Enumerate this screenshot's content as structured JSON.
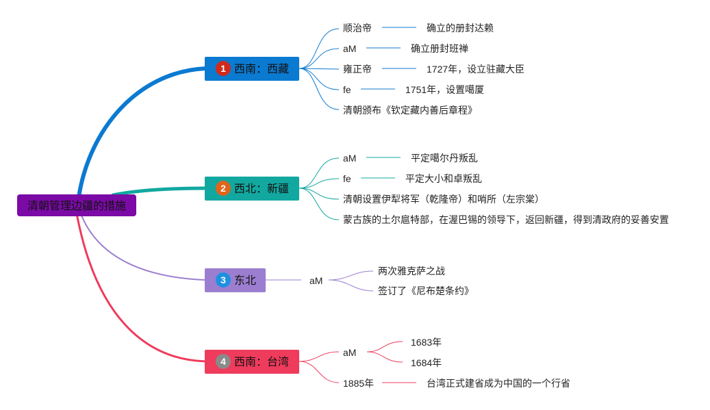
{
  "root": {
    "label": "清朝管理边疆的措施",
    "color": "#7b0aa6"
  },
  "branches": [
    {
      "number": "1",
      "label": "西南：西藏",
      "color": "#0b7ad1",
      "badge_color": "#d12a1a",
      "line_color": "#0b7ad1",
      "items": [
        {
          "left": "顺治帝",
          "right": "确立的册封达赖"
        },
        {
          "left": "aM",
          "right": "确立册封班禅"
        },
        {
          "left": "雍正帝",
          "right": "1727年，设立驻藏大臣"
        },
        {
          "left": "fe",
          "right": "1751年，设置噶厦"
        },
        {
          "left": "清朝颁布《钦定藏内善后章程》",
          "right": ""
        }
      ]
    },
    {
      "number": "2",
      "label": "西北：新疆",
      "color": "#12a8a0",
      "badge_color": "#e0651a",
      "line_color": "#12a8a0",
      "items": [
        {
          "left": "aM",
          "right": "平定噶尔丹叛乱"
        },
        {
          "left": "fe",
          "right": "平定大小和卓叛乱"
        },
        {
          "left": "清朝设置伊犁将军（乾隆帝）和哨所（左宗棠）",
          "right": ""
        },
        {
          "left": "蒙古族的土尔扈特部，在渥巴锡的领导下，返回新疆，得到清政府的妥善安置",
          "right": ""
        }
      ]
    },
    {
      "number": "3",
      "label": "东北",
      "color": "#9b7ed0",
      "badge_color": "#1e90e0",
      "line_color": "#9b7ed0",
      "mid": "aM",
      "items": [
        {
          "left": "两次雅克萨之战",
          "right": ""
        },
        {
          "left": "签订了《尼布楚条约》",
          "right": ""
        }
      ]
    },
    {
      "number": "4",
      "label": "西南：台湾",
      "color": "#ef3b5c",
      "badge_color": "#8a8a8a",
      "line_color": "#ef3b5c",
      "groups": [
        {
          "left": "aM",
          "children": [
            "1683年",
            "1684年"
          ]
        },
        {
          "left": "1885年",
          "right": "台湾正式建省成为中国的一个行省"
        }
      ]
    }
  ]
}
